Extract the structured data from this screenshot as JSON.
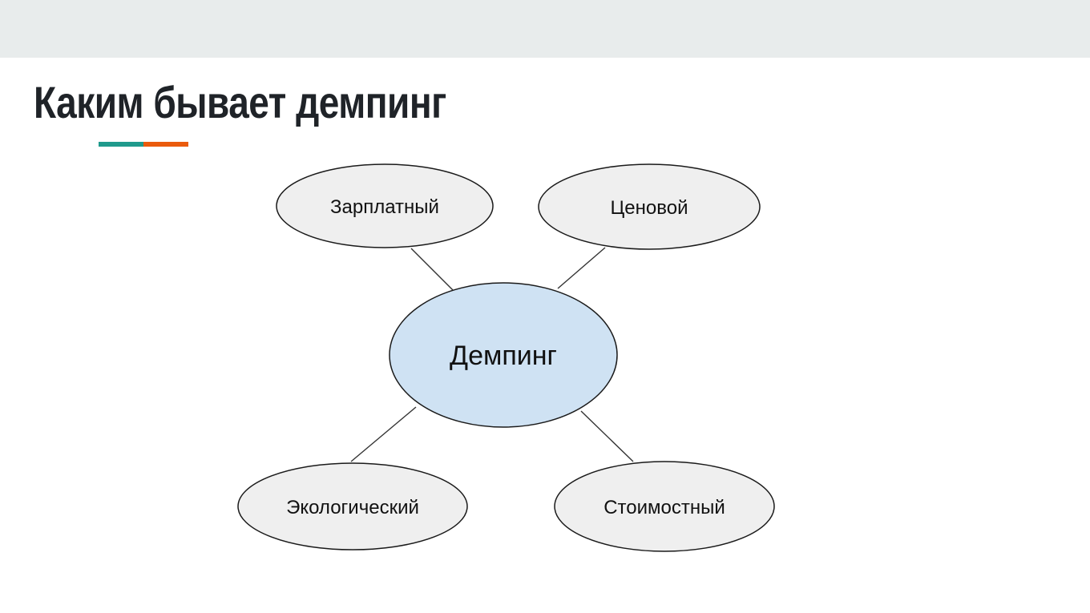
{
  "slide": {
    "title": "Каким бывает демпинг",
    "band_color": "#E8ECEC",
    "background_color": "#FFFFFF",
    "accent": {
      "teal": "#1F9A8C",
      "orange": "#EA5B0C"
    }
  },
  "diagram": {
    "type": "spider",
    "satellite_fill": "#EFEFEF",
    "center_fill": "#CFE2F3",
    "node_stroke": "#1A1A1A",
    "connector_color": "#333333",
    "center": {
      "label": "Демпинг"
    },
    "satellites": [
      {
        "label": "Зарплатный",
        "position": "top-left"
      },
      {
        "label": "Ценовой",
        "position": "top-right"
      },
      {
        "label": "Экологический",
        "position": "bottom-left"
      },
      {
        "label": "Стоимостный",
        "position": "bottom-right"
      }
    ],
    "edges": [
      {
        "from": "Демпинг",
        "to": "Зарплатный"
      },
      {
        "from": "Демпинг",
        "to": "Ценовой"
      },
      {
        "from": "Демпинг",
        "to": "Экологический"
      },
      {
        "from": "Демпинг",
        "to": "Стоимостный"
      }
    ]
  }
}
